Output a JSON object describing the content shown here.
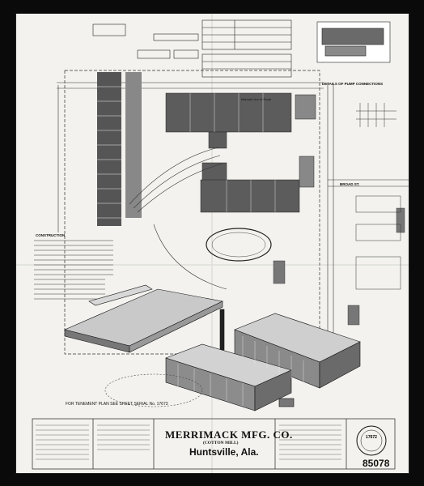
{
  "map": {
    "company": "MERRIMACK MFG. CO.",
    "subtitle": "(COTTON MILL)",
    "city": "Huntsville, Ala.",
    "sheet_number": "85078",
    "serial_note": "FOR TENEMENT PLAN SEE SHEET SERIAL No. 17673",
    "pump_detail_title": "DETAILS OF PUMP CONNECTIONS",
    "seal_number": "17672",
    "street_top": "Manual Line of Road",
    "street_broad": "BROAD ST.",
    "legend_title": "CONSTRUCTION"
  },
  "colors": {
    "border": "#0a0a0a",
    "paper": "#f3f2ee",
    "ink": "#111111",
    "building_fill": "#5c5c5c"
  }
}
